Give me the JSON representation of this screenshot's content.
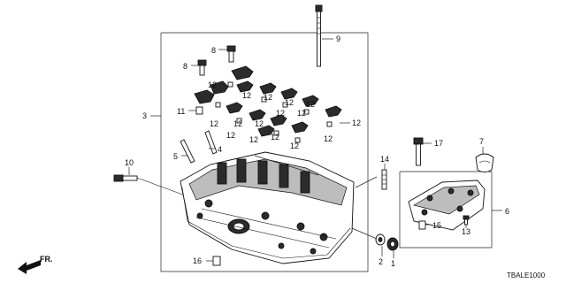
{
  "callouts": {
    "c1": "1",
    "c2": "2",
    "c3": "3",
    "c4": "4",
    "c5": "5",
    "c6": "6",
    "c7": "7",
    "c8a": "8",
    "c8b": "8",
    "c9": "9",
    "c10": "10",
    "c11": "11",
    "c12": "12",
    "c13": "13",
    "c14": "14",
    "c15": "15",
    "c16": "16",
    "c17": "17"
  },
  "front_marker": "FR.",
  "diagram_code": "TBALE1000"
}
